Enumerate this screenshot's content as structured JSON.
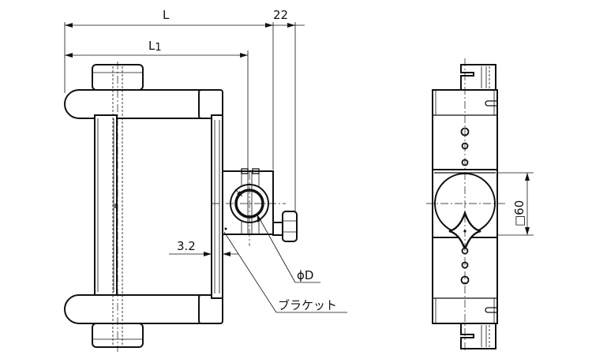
{
  "dimensions": {
    "overall_length": "L",
    "length_l1": "L1",
    "l1_base": "L",
    "l1_sub": "1",
    "offset": "22",
    "bracket_thickness": "3.2",
    "shaft_diameter": "ϕD",
    "square_size": "□60"
  },
  "callouts": {
    "bracket": "ブラケット"
  }
}
